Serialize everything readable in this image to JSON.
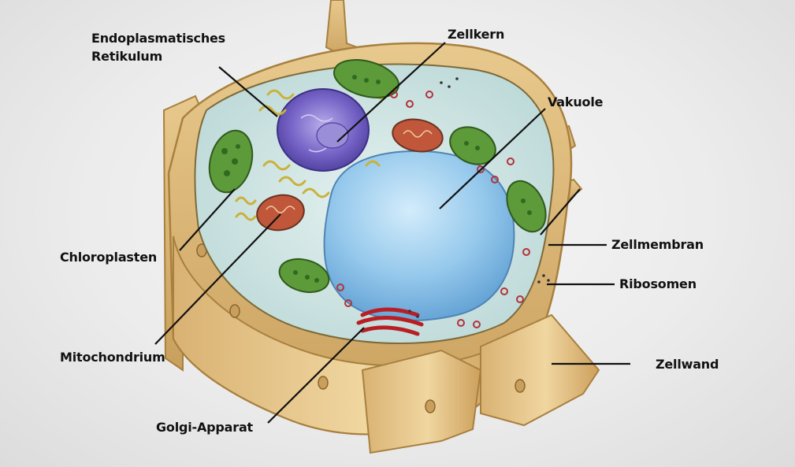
{
  "labels": {
    "endoplasmatisches_retikulum_line1": "Endoplasmatisches",
    "endoplasmatisches_retikulum_line2": "Retikulum",
    "zellkern": "Zellkern",
    "vakuole": "Vakuole",
    "chloroplasten": "Chloroplasten",
    "zellmembran": "Zellmembran",
    "ribosomen": "Ribosomen",
    "mitochondrium": "Mitochondrium",
    "zellwand": "Zellwand",
    "golgi_apparat": "Golgi-Apparat"
  },
  "colors": {
    "cell_wall": "#d7b377",
    "cell_wall_dark": "#b88d4c",
    "cytoplasm": "#cfe4e3",
    "vacuole": "#8ec4ea",
    "nucleus": "#7a68c8",
    "chloroplast": "#5d9a3a",
    "mitochondrion": "#c0573a",
    "golgi": "#e03438",
    "ribosome": "#b3323a",
    "leader_line": "#111111"
  }
}
